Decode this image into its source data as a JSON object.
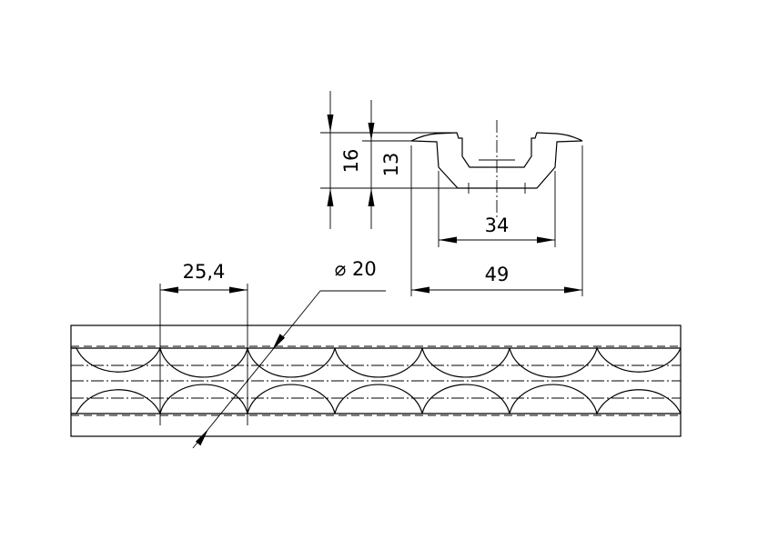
{
  "dimensions": {
    "height_outer": "16",
    "height_inner": "13",
    "width_inner": "34",
    "width_outer": "49",
    "pitch": "25,4",
    "hole_diameter": "20",
    "diameter_symbol": "⌀"
  },
  "colors": {
    "line": "#000000",
    "background": "#ffffff"
  }
}
